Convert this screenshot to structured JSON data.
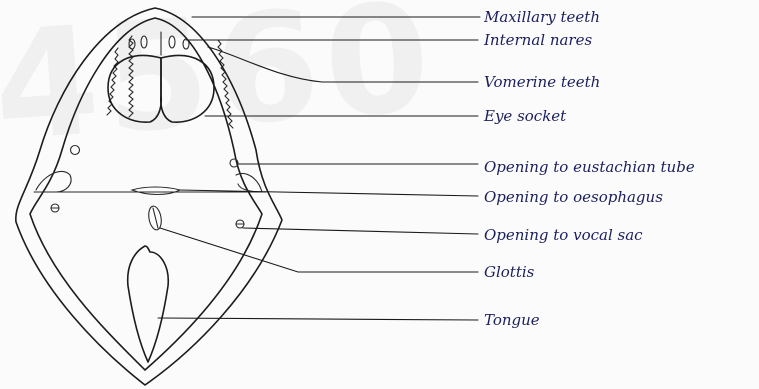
{
  "watermark_text": "4560",
  "labels": {
    "maxillary_teeth": "Maxillary teeth",
    "internal_nares": "Internal nares",
    "vomerine_teeth": "Vomerine teeth",
    "eye_socket": "Eye socket",
    "eustachian_opening": "Opening to eustachian tube",
    "oesophagus_opening": "Opening to oesophagus",
    "vocal_sac_opening": "Opening to vocal sac",
    "glottis": "Glottis",
    "tongue": "Tongue"
  },
  "ink_color": "#1b1f5c"
}
